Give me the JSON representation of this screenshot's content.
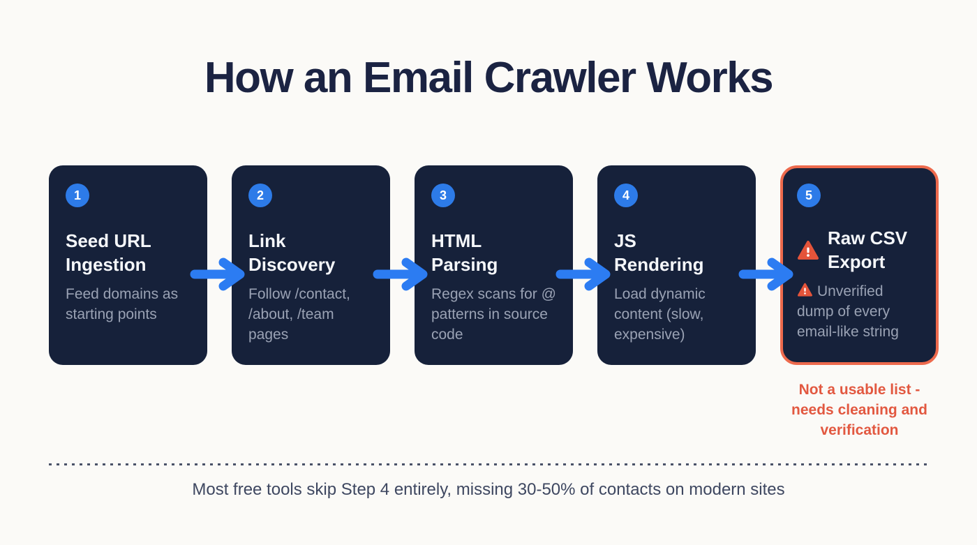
{
  "title": "How an Email Crawler Works",
  "steps": [
    {
      "number": "1",
      "title": "Seed URL\nIngestion",
      "description": "Feed domains as starting points"
    },
    {
      "number": "2",
      "title": "Link\nDiscovery",
      "description": "Follow /contact, /about, /team pages"
    },
    {
      "number": "3",
      "title": "HTML\nParsing",
      "description": "Regex scans for @ patterns in source code"
    },
    {
      "number": "4",
      "title": "JS\nRendering",
      "description": "Load dynamic content (slow, expensive)"
    },
    {
      "number": "5",
      "title": "Raw CSV\nExport",
      "description": "Unverified dump of every email-like string"
    }
  ],
  "alert_caption": "Not a usable list -\nneeds cleaning and\nverification",
  "footnote": "Most free tools skip Step 4 entirely, missing 30-50% of contacts on modern sites",
  "icons": {
    "arrow": "arrow-right-icon",
    "warning": "warning-triangle-icon"
  },
  "colors": {
    "background": "#FBFAF7",
    "card_bg": "#16213A",
    "badge_blue": "#2D7BE8",
    "arrow_blue": "#2C7CF2",
    "alert_border": "#ED6A4D",
    "alert_text": "#E25840",
    "warning_icon": "#E4543A",
    "card_title": "#F5F7FA",
    "card_desc": "#9AA2B4",
    "heading": "#1B2342",
    "footnote_text": "#3E4760"
  }
}
